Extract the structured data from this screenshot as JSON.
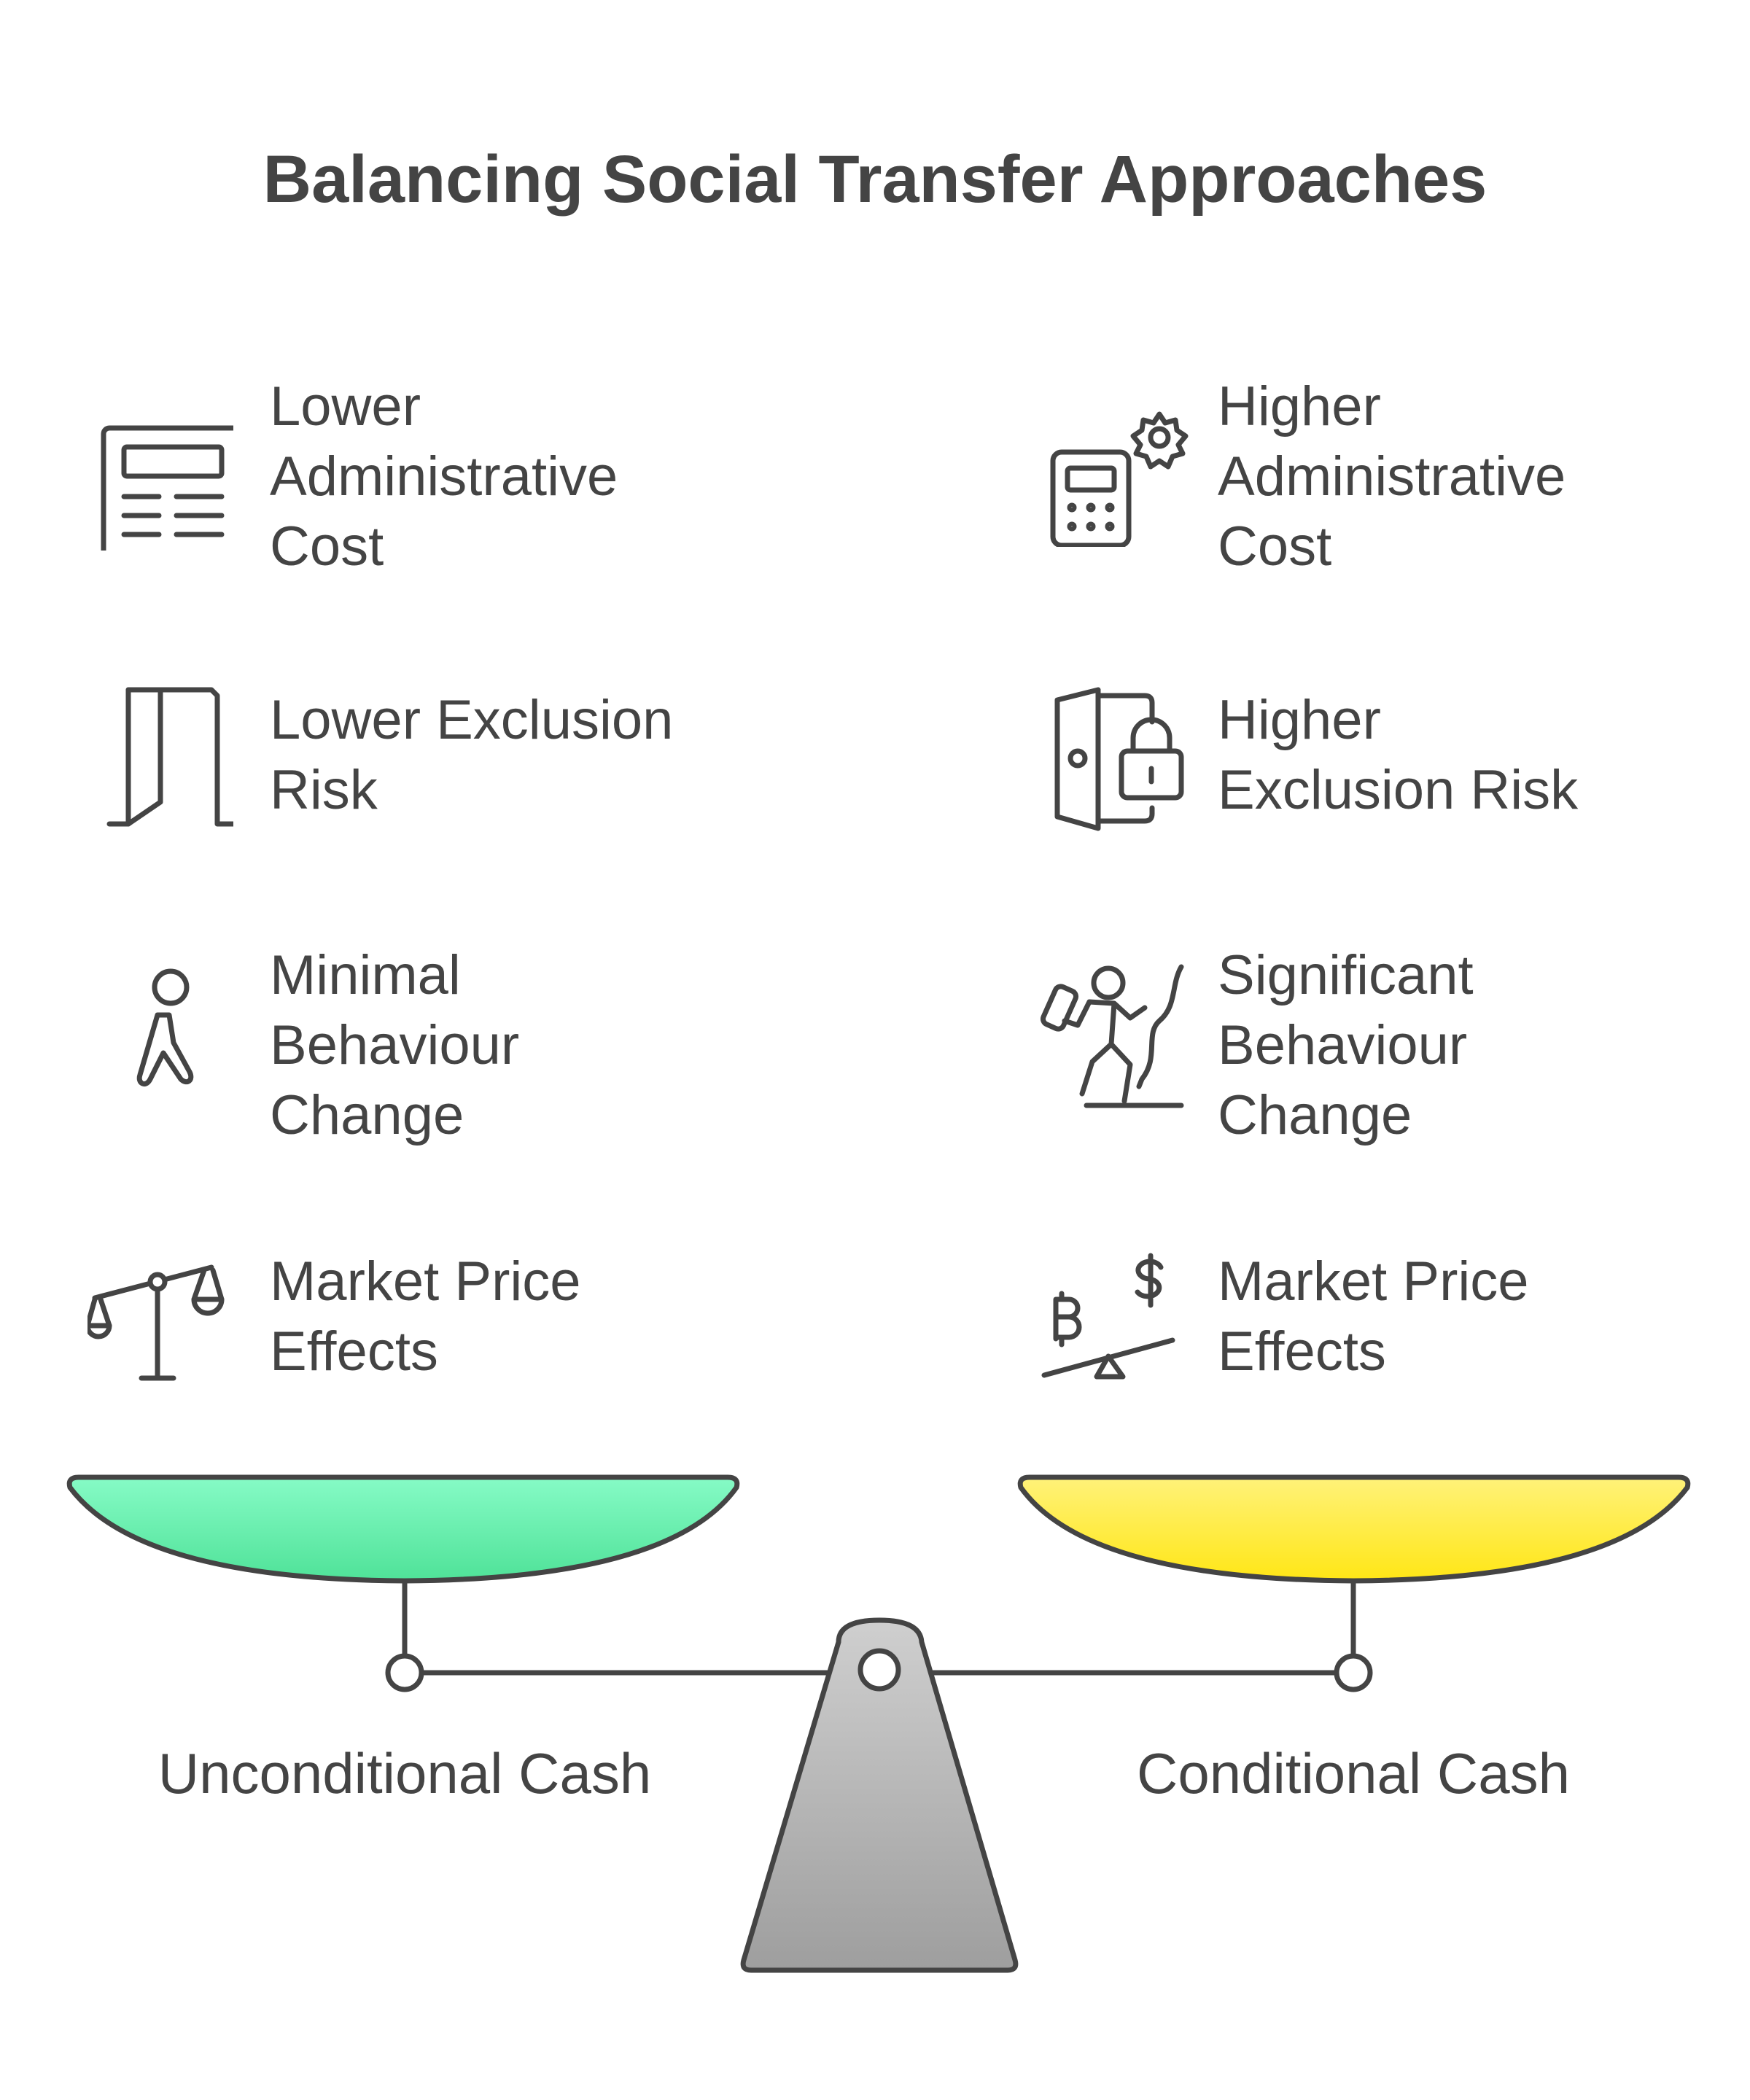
{
  "title": "Balancing Social Transfer Approaches",
  "left": {
    "name": "Unconditional Cash",
    "color": "#5EE8A6",
    "items": [
      {
        "label": "Lower\nAdministrative\nCost",
        "icon": "form-document-icon"
      },
      {
        "label": "Lower Exclusion\nRisk",
        "icon": "open-door-icon"
      },
      {
        "label": "Minimal\nBehaviour\nChange",
        "icon": "walking-person-icon"
      },
      {
        "label": "Market Price\nEffects",
        "icon": "balance-scale-icon"
      }
    ]
  },
  "right": {
    "name": "Conditional Cash",
    "color": "#FFE629",
    "items": [
      {
        "label": "Higher\nAdministrative\nCost",
        "icon": "calculator-gear-icon"
      },
      {
        "label": "Higher\nExclusion Risk",
        "icon": "locked-door-icon"
      },
      {
        "label": "Significant\nBehaviour\nChange",
        "icon": "climbing-person-icon"
      },
      {
        "label": "Market Price\nEffects",
        "icon": "currency-seesaw-icon"
      }
    ]
  }
}
